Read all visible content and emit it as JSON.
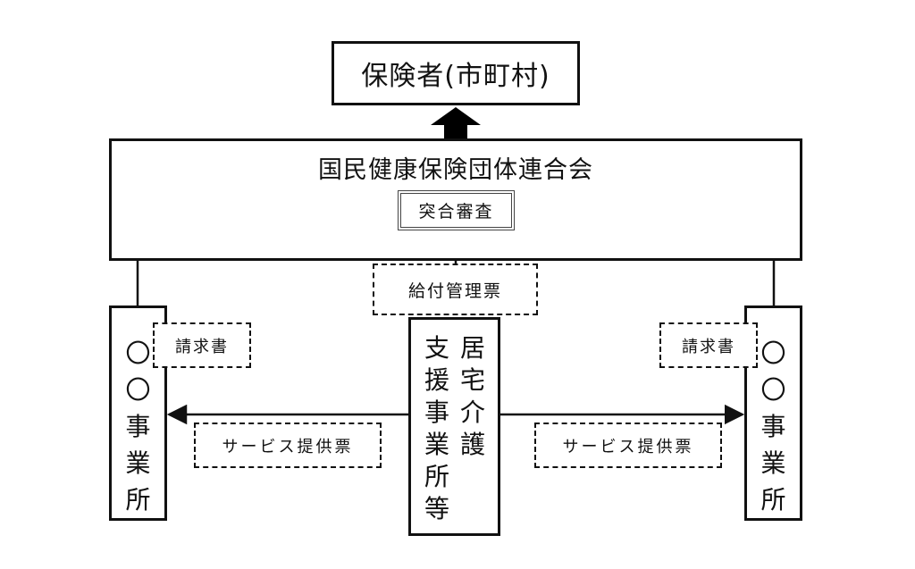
{
  "insurer": "保険者(市町村)",
  "federation": {
    "title": "国民健康保険団体連合会",
    "audit": "突合審査"
  },
  "benefit_slip": "給付管理票",
  "left_office": {
    "chars": [
      "〇",
      "〇",
      "事",
      "業",
      "所"
    ],
    "claim": "請求書",
    "service_slip": "サービス提供票"
  },
  "right_office": {
    "chars": [
      "〇",
      "〇",
      "事",
      "業",
      "所"
    ],
    "claim": "請求書",
    "service_slip": "サービス提供票"
  },
  "support_office": {
    "col1": [
      "支",
      "援",
      "事",
      "業",
      "所",
      "等"
    ],
    "col2": [
      "居",
      "宅",
      "介",
      "護"
    ]
  }
}
